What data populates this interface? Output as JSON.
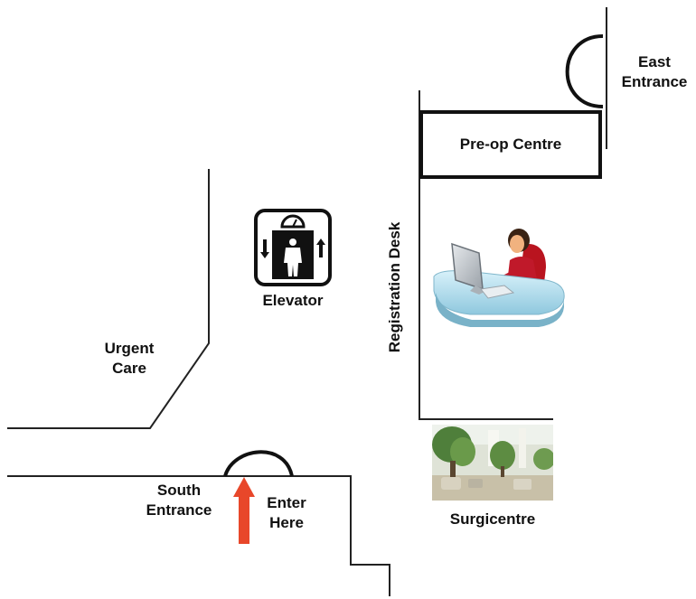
{
  "labels": {
    "east_entrance": [
      "East",
      "Entrance"
    ],
    "preop_centre": "Pre-op Centre",
    "elevator": "Elevator",
    "registration_desk": "Registration Desk",
    "urgent_care": [
      "Urgent",
      "Care"
    ],
    "south_entrance": [
      "South",
      "Entrance"
    ],
    "enter_here": [
      "Enter",
      "Here"
    ],
    "surgicentre": "Surgicentre"
  },
  "icons": {
    "elevator": "elevator-icon",
    "registration": "receptionist-desk-icon",
    "surgicentre": "surgicentre-lobby-photo",
    "arrow": "up-arrow-icon"
  },
  "colors": {
    "walls": "#222222",
    "arrow": "#e8472a",
    "desk": "#bfe4f2",
    "person": "#c0192a"
  }
}
